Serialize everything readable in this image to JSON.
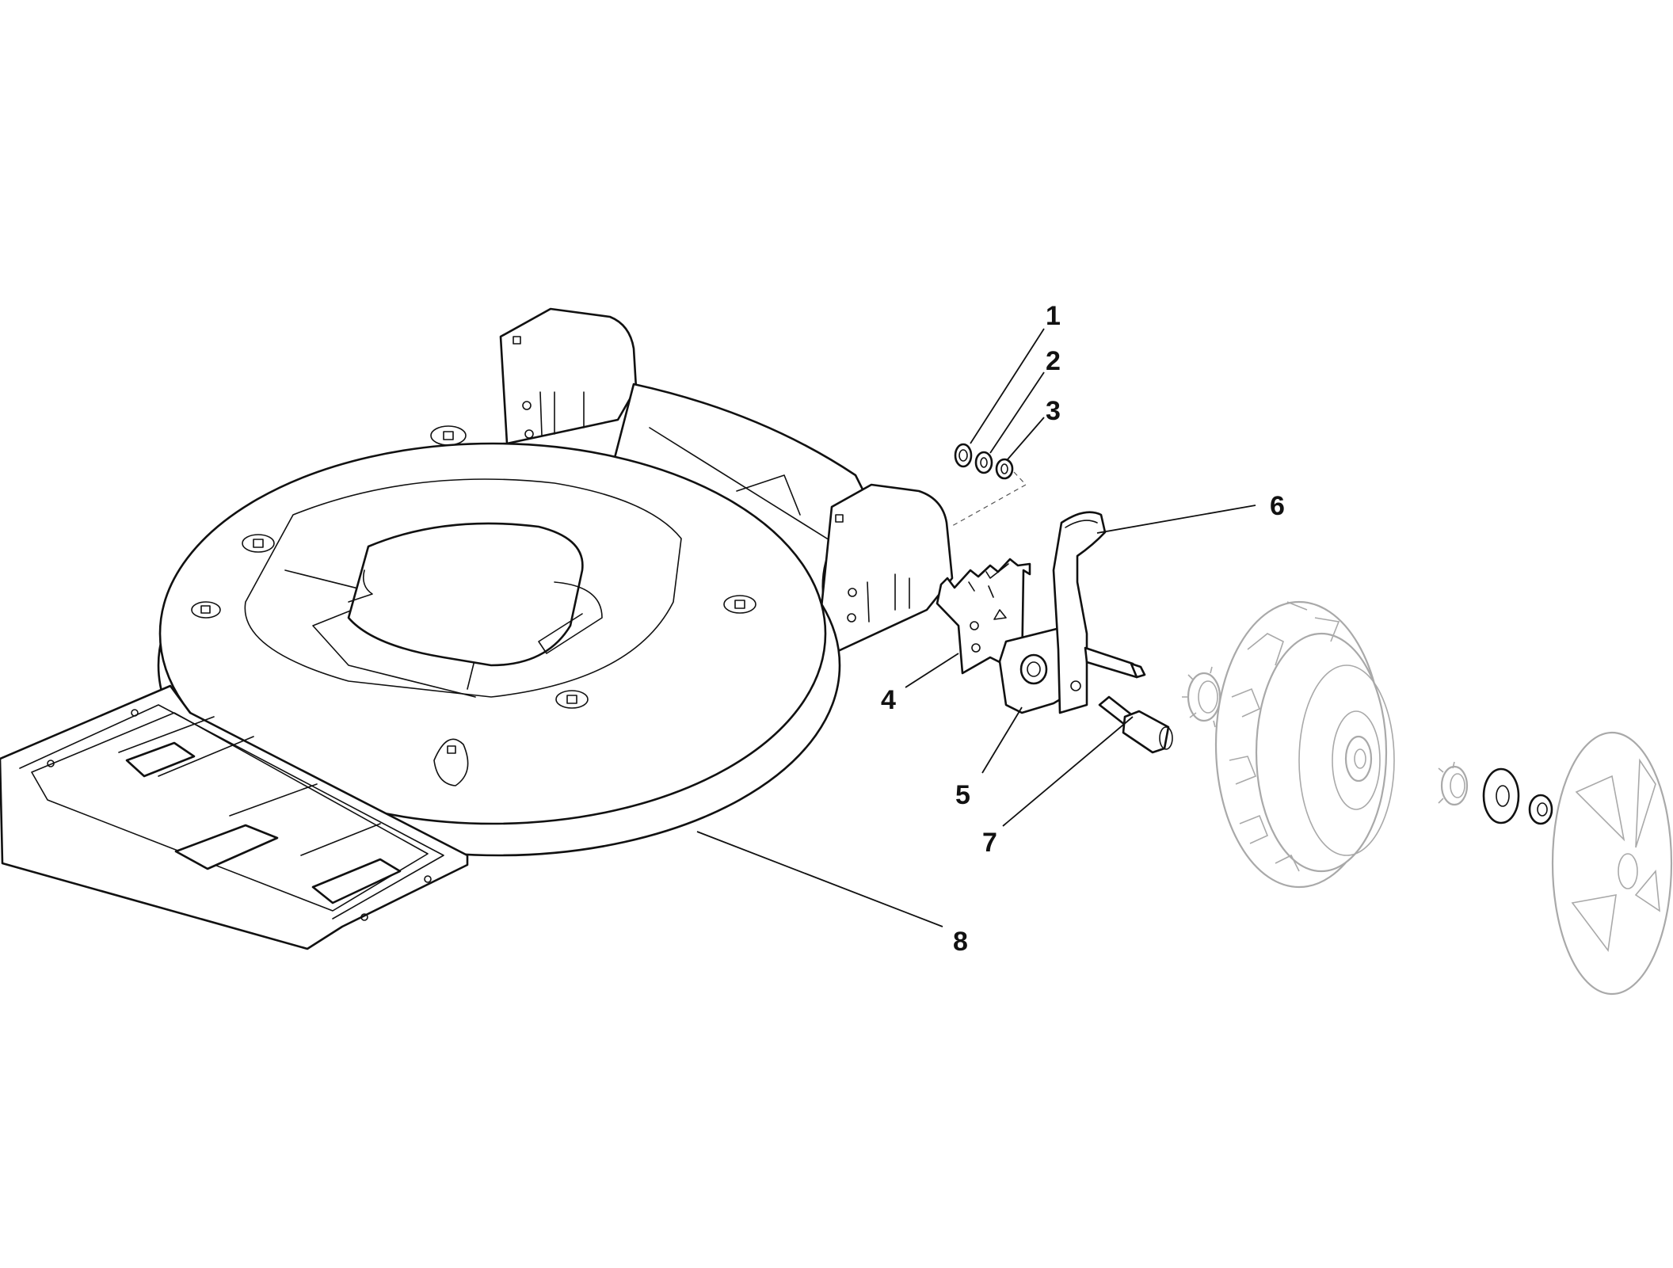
{
  "diagram": {
    "callouts": [
      {
        "id": "1",
        "label": "1"
      },
      {
        "id": "2",
        "label": "2"
      },
      {
        "id": "3",
        "label": "3"
      },
      {
        "id": "4",
        "label": "4"
      },
      {
        "id": "5",
        "label": "5"
      },
      {
        "id": "6",
        "label": "6"
      },
      {
        "id": "7",
        "label": "7"
      },
      {
        "id": "8",
        "label": "8"
      }
    ]
  }
}
